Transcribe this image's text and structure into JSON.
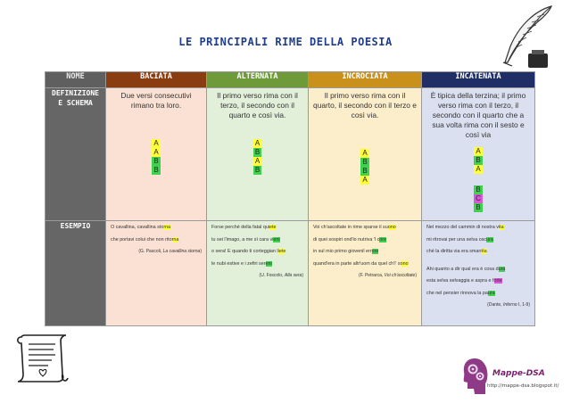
{
  "title": "LE PRINCIPALI RIME DELLA POESIA",
  "table": {
    "headers": {
      "nome": "NOME",
      "baciata": "BACIATA",
      "alternata": "ALTERNATA",
      "incrociata": "INCROCIATA",
      "incatenata": "INCATENATA"
    },
    "row_labels": {
      "definizione": "DEFINIZIONE E SCHEMA",
      "esempio": "ESEMPIO"
    },
    "definitions": {
      "baciata": "Due versi consecutivi rimano tra loro.",
      "alternata": "Il primo verso rima con il terzo, il secondo con il quarto e così via.",
      "incrociata": "Il primo verso rima con il quarto, il secondo con il terzo e così via.",
      "incatenata": "È tipica della terzina; il primo verso rima con il terzo, il secondo con il quarto che a sua volta rima con il sesto e così via"
    },
    "schemes": {
      "baciata": [
        "A",
        "A",
        "B",
        "B"
      ],
      "alternata": [
        "A",
        "B",
        "A",
        "B"
      ],
      "incrociata": [
        "A",
        "B",
        "B",
        "A"
      ],
      "incatenata_top": [
        "A",
        "B",
        "A"
      ],
      "incatenata_bottom": [
        "B",
        "C",
        "B"
      ]
    },
    "examples": {
      "baciata": {
        "lines": [
          {
            "pre": "O cavallina, cavallina sto",
            "rhyme": "rna"
          },
          {
            "pre": "che portavi colui che non rito",
            "rhyme": "rna"
          }
        ],
        "cite_author": "(G. Pascoli, ",
        "cite_work": "La cavallina storna",
        "cite_end": ")"
      },
      "alternata": {
        "lines": [
          {
            "pre": "Forse perché della fatal qu",
            "rhyme": "iete"
          },
          {
            "pre": "tu sei l'imago, a me sì cara vi",
            "rhyme": "eni"
          },
          {
            "pre": "o sera! E quando ti corteggian l",
            "rhyme": "iete"
          },
          {
            "pre": "le nubi estive e i zefiri ser",
            "rhyme": "eni"
          }
        ],
        "cite_author": "(U. Foscolo, ",
        "cite_work": "Alla sera",
        "cite_end": ")"
      },
      "incrociata": {
        "lines": [
          {
            "pre": "Voi ch'ascoltate in rime sparse il su",
            "rhyme": "ono"
          },
          {
            "pre": "di quei sospiri ond'io nutriva 'l c",
            "rhyme": "ore"
          },
          {
            "pre": "in sul mio primo giovenil err",
            "rhyme": "ore"
          },
          {
            "pre": "quand'era in parte altr'uom da quel ch'i' s",
            "rhyme": "ono"
          }
        ],
        "cite_author": "(F. Petrarca, ",
        "cite_work": "Voi ch'ascoltate",
        "cite_end": ")"
      },
      "incatenata": {
        "lines_a": [
          {
            "pre": "Nel mezzo del cammin di nostra v",
            "rhyme": "ita"
          },
          {
            "pre": "mi ritrovai per una selva osc",
            "rhyme": "ura"
          },
          {
            "pre": "ché la diritta via era smarr",
            "rhyme": "ita"
          }
        ],
        "lines_b": [
          {
            "pre": "Ahi quanto a dir qual era è cosa d",
            "rhyme": "ura"
          },
          {
            "pre": "esta selva selvaggia e aspra e f",
            "rhyme": "orte"
          },
          {
            "pre": "che nel pensier rinnova la pa",
            "rhyme": "ura"
          }
        ],
        "cite_author": "(Dante, ",
        "cite_work": "Inferno",
        "cite_end": " I, 1-9)"
      }
    }
  },
  "logo": {
    "name": "Mappe-DSA",
    "url": "http://mappe-dsa.blogspot.it/"
  },
  "colors": {
    "title": "#1f3d8a",
    "baciata": "#8b3d12",
    "alternata": "#6e9a3a",
    "incrociata": "#c9901c",
    "incatenata": "#1f2f66",
    "rhyme_a": "#ffff3a",
    "rhyme_b": "#3fd24f",
    "rhyme_c": "#d856d8"
  }
}
